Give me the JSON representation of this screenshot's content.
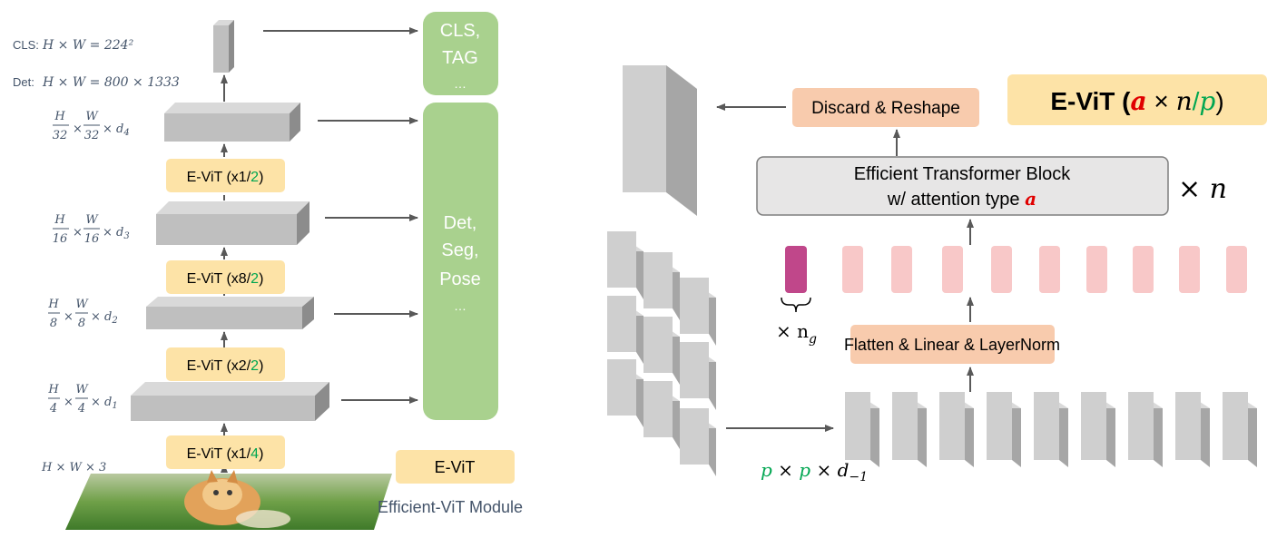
{
  "colors": {
    "evit_box": "#fde3a7",
    "task_box": "#a9d18e",
    "task_text": "#ffffff",
    "orange_box": "#f8cbad",
    "block_fill": "#e7e6e6",
    "block_border": "#7f7f7f",
    "token_pink": "#f8c8c8",
    "token_group": "#c0478a",
    "green_text": "#00a651",
    "red_text": "#e00000",
    "gray_block": "#bfbfbf",
    "arrow": "#595959",
    "label_text": "#44546a"
  },
  "left": {
    "input_res": {
      "cls_prefix": "CLS:",
      "cls_formula": "H × W = 224²",
      "det_prefix": "Det:",
      "det_formula": "H × W = 800 × 1333"
    },
    "stages": [
      {
        "dim": "H/32 × W/32 × d₄",
        "num": "H",
        "den": "32",
        "num2": "W",
        "den2": "32",
        "d": "d",
        "sub": "4"
      },
      {
        "dim": "H/16 × W/16 × d₃",
        "num": "H",
        "den": "16",
        "num2": "W",
        "den2": "16",
        "d": "d",
        "sub": "3"
      },
      {
        "dim": "H/8 × W/8 × d₂",
        "num": "H",
        "den": "8",
        "num2": "W",
        "den2": "8",
        "d": "d",
        "sub": "2"
      },
      {
        "dim": "H/4 × W/4 × d₁",
        "num": "H",
        "den": "4",
        "num2": "W",
        "den2": "4",
        "d": "d",
        "sub": "1"
      }
    ],
    "input_dim": "H × W × 3",
    "evit_blocks": [
      {
        "prefix": "E-ViT (x1/",
        "ratio": "2",
        "suffix": ")"
      },
      {
        "prefix": "E-ViT (x8/",
        "ratio": "2",
        "suffix": ")"
      },
      {
        "prefix": "E-ViT (x2/",
        "ratio": "2",
        "suffix": ")"
      },
      {
        "prefix": "E-ViT (x1/",
        "ratio": "4",
        "suffix": ")"
      }
    ],
    "tasks": {
      "cls": [
        "CLS,",
        "TAG",
        "…"
      ],
      "dense": [
        "Det,",
        "Seg,",
        "Pose",
        "…"
      ]
    },
    "legend": {
      "box_label": "E-ViT",
      "caption": "Efficient-ViT Module"
    }
  },
  "right": {
    "title": {
      "prefix": "E-ViT (",
      "a": "a",
      "times": " × ",
      "n": "n",
      "slash": "/",
      "p": "p",
      "suffix": ")"
    },
    "discard_label": "Discard & Reshape",
    "transformer_line1": "Efficient Transformer Block",
    "transformer_line2_prefix": "w/ attention type ",
    "transformer_line2_a": "a",
    "repeat_label": "× n",
    "flatten_label": "Flatten & Linear & LayerNorm",
    "group_label": "× n",
    "group_sub": "g",
    "patch_dim": {
      "p1": "p",
      "t1": " × ",
      "p2": "p",
      "t2": " × d",
      "sub": "−1"
    }
  }
}
